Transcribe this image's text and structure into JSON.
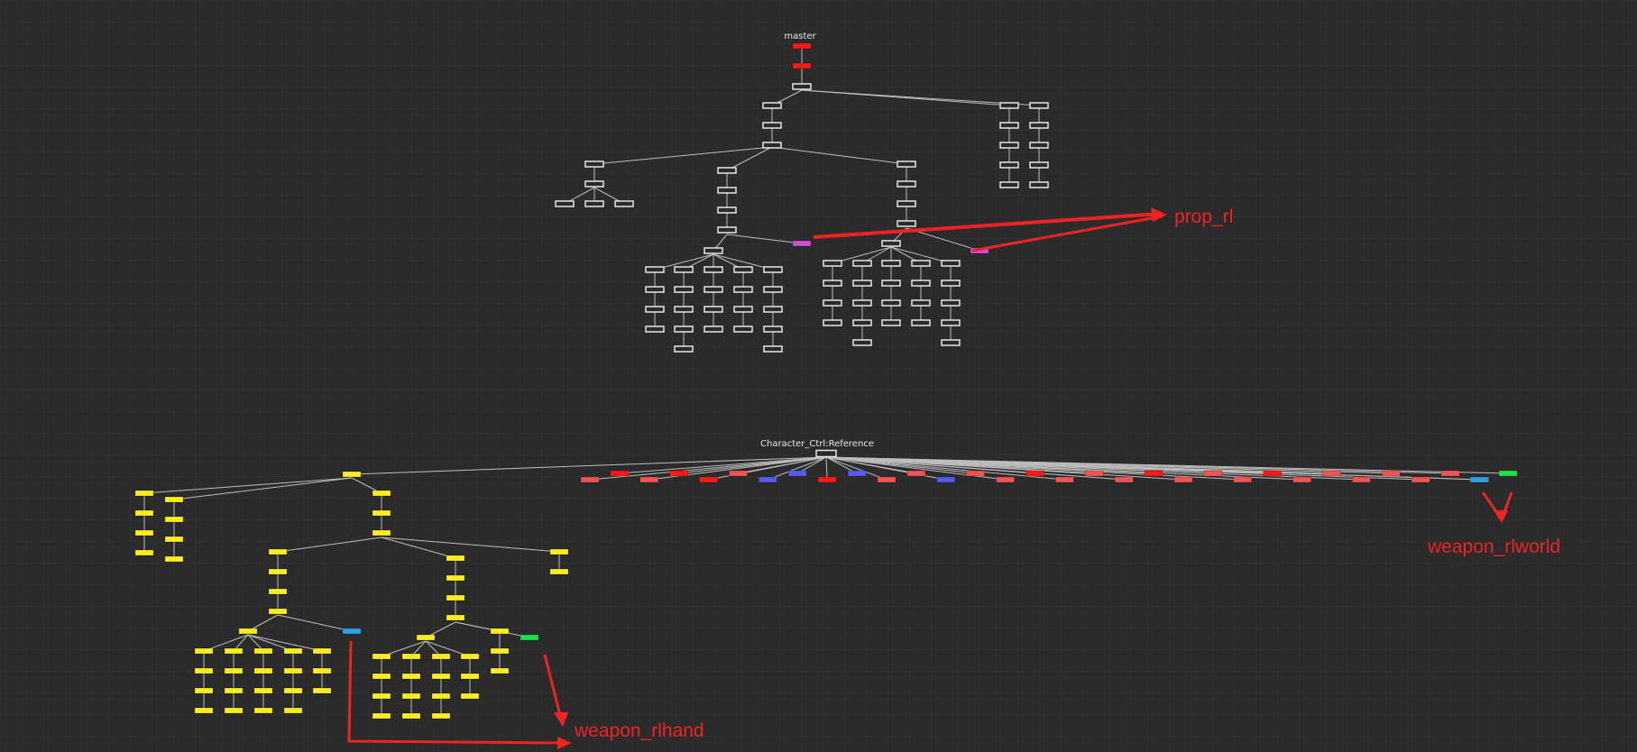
{
  "graph": {
    "top_root_label": "master",
    "bottom_root_label": "Character_Ctrl:Reference"
  },
  "annotations": {
    "prop_rl": "prop_rl",
    "weapon_rlworld": "weapon_rlworld",
    "weapon_rlhand": "weapon_rlhand"
  },
  "colors": {
    "background": "#2b2b2b",
    "white_node": "#e6e6e6",
    "red_node": "#ff1a1a",
    "magenta_node": "#d64ed6",
    "yellow_node": "#ffee1f",
    "blue_node": "#2f9fe8",
    "green_node": "#1fe24a",
    "salmon_node": "#f05454",
    "purple_node": "#5a5af0",
    "edge": "#bdbdbd",
    "annotation": "#ee2424"
  }
}
